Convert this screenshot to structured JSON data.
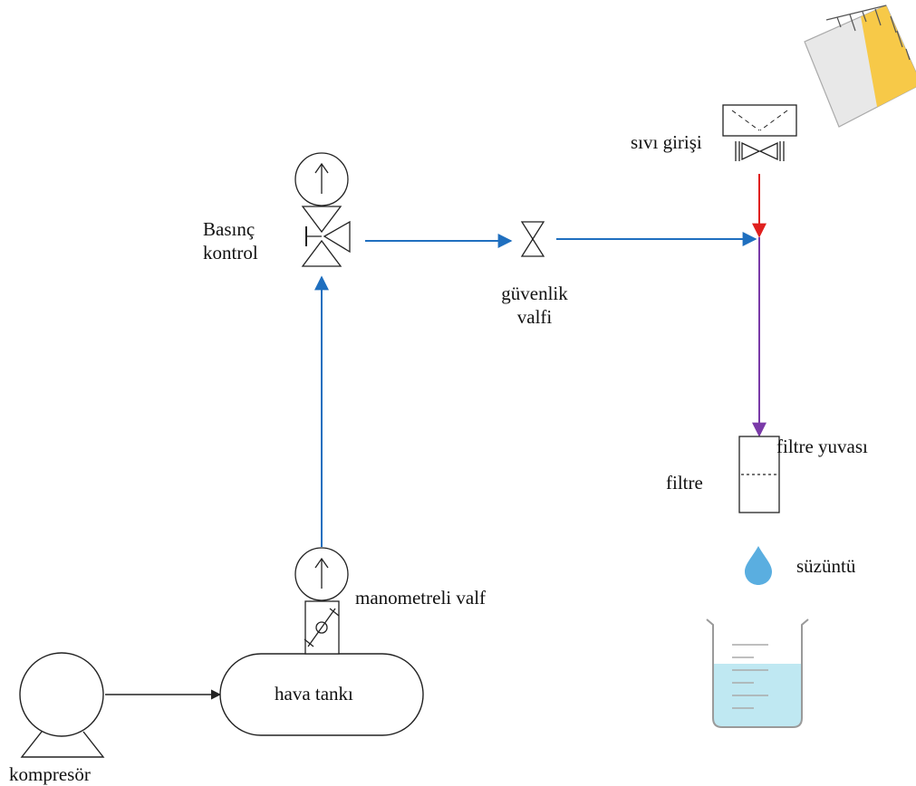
{
  "labels": {
    "compressor": "kompresör",
    "air_tank": "hava tankı",
    "gauge_valve": "manometreli valf",
    "pressure_control_line1": "Basınç",
    "pressure_control_line2": "kontrol",
    "safety_valve_line1": "güvenlik",
    "safety_valve_line2": "valfi",
    "liquid_inlet": "sıvı girişi",
    "filter_housing": "filtre yuvası",
    "filter": "filtre",
    "filtrate": "süzüntü"
  },
  "colors": {
    "air_line": "#1f6fbf",
    "liquid_line": "#e0201e",
    "mixed_line": "#7a3aa8",
    "outline": "#222222",
    "pitcher_liquid": "#f7c948",
    "pitcher_body": "#e8e8e8",
    "water": "#bfe8f2",
    "droplet": "#5aaee0"
  },
  "icons": [
    "compressor-icon",
    "air-tank-icon",
    "pressure-gauge-icon",
    "gauge-valve-icon",
    "pressure-control-valve-icon",
    "safety-valve-icon",
    "inlet-funnel-icon",
    "inlet-valve-icon",
    "pitcher-icon",
    "filter-housing-icon",
    "droplet-icon",
    "beaker-icon"
  ]
}
